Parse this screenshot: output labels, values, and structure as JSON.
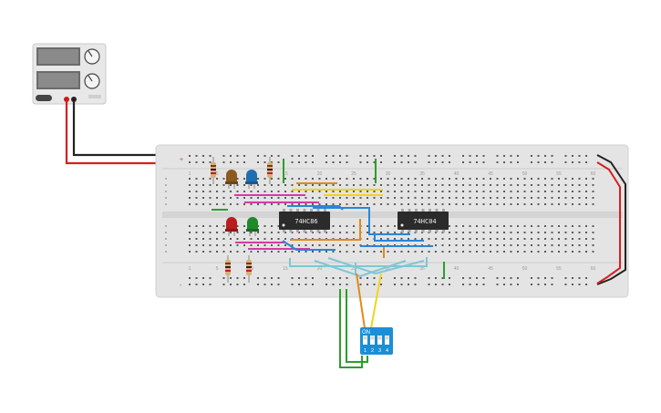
{
  "app": {
    "title": "",
    "component_labels": {
      "chip_left": "74HC86",
      "chip_right": "74HC04",
      "dip_switch_on": "ON",
      "dip_switch_numbers": [
        "1",
        "2",
        "3",
        "4"
      ]
    },
    "breadboard": {
      "column_numbers": [
        "1",
        "5",
        "10",
        "15",
        "20",
        "25",
        "30",
        "35",
        "40",
        "45",
        "50",
        "55",
        "60"
      ],
      "rail_plus": "+",
      "rail_minus": "-"
    },
    "power_supply": {
      "button_label": "",
      "brand_text": ""
    }
  },
  "colors": {
    "breadboard": "#e6e6e6",
    "wire_red": "#d42020",
    "wire_black": "#222222",
    "wire_green": "#2aa02a",
    "wire_orange": "#e08a18",
    "wire_yellow": "#f2d21e",
    "wire_pink": "#d63aa8",
    "wire_blue": "#2a86d6",
    "wire_lightblue": "#7fc6d6",
    "chip": "#2b2b2b",
    "dip_switch": "#1a8fd8",
    "led_brown": "#8a5a1e",
    "led_blue": "#1f6fb0",
    "led_red": "#b81e1e",
    "led_green": "#1e8a2a"
  }
}
